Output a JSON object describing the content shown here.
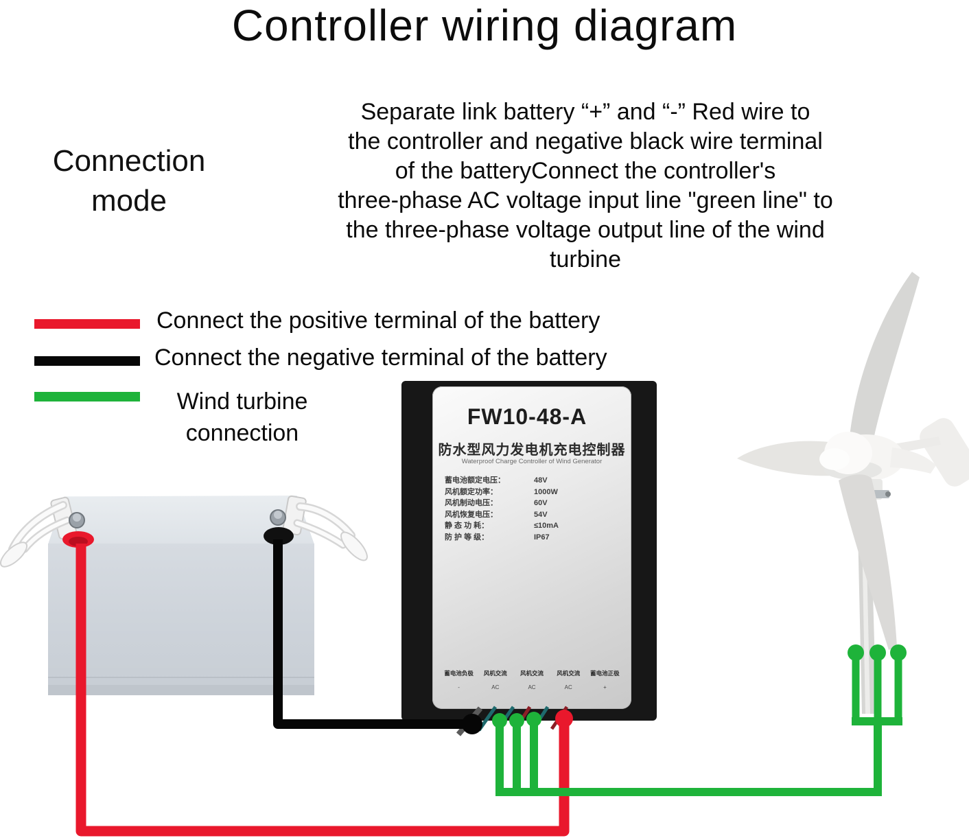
{
  "title": "Controller wiring diagram",
  "connection_mode": "Connection mode",
  "description": {
    "lines": [
      "Separate link battery  “+”  and  “-”  Red wire to",
      "the controller and negative black wire terminal",
      "of the batteryConnect the controller's",
      "three-phase AC voltage input line \"green line\" to",
      "the three-phase voltage output line of the wind",
      "turbine"
    ]
  },
  "legend": {
    "items": [
      {
        "color": "#e9182c",
        "label": "Connect the positive terminal of the battery"
      },
      {
        "color": "#070707",
        "label": "Connect the negative terminal of the battery"
      },
      {
        "color": "#1eb33a",
        "label": "Wind turbine connection"
      }
    ]
  },
  "controller": {
    "model": "FW10-48-A",
    "title_cn": "防水型风力发电机充电控制器",
    "title_en": "Waterproof Charge Controller of Wind Generator",
    "specs": [
      {
        "label": "蓄电池额定电压：",
        "value": "48V"
      },
      {
        "label": "风机额定功率：",
        "value": "1000W"
      },
      {
        "label": "风机制动电压：",
        "value": "60V"
      },
      {
        "label": "风机恢复电压：",
        "value": "54V"
      },
      {
        "label": "静 态 功 耗：",
        "value": "≤10mA"
      },
      {
        "label": "防 护 等 级：",
        "value": "IP67"
      }
    ],
    "terminals_cn": [
      "蓄电池负极",
      "风机交流",
      "风机交流",
      "风机交流",
      "蓄电池正极"
    ],
    "terminals_sym": [
      "-",
      "AC",
      "AC",
      "AC",
      "+"
    ]
  },
  "colors": {
    "positive_wire": "#e9182c",
    "negative_wire": "#070707",
    "turbine_wire": "#1eb33a"
  }
}
